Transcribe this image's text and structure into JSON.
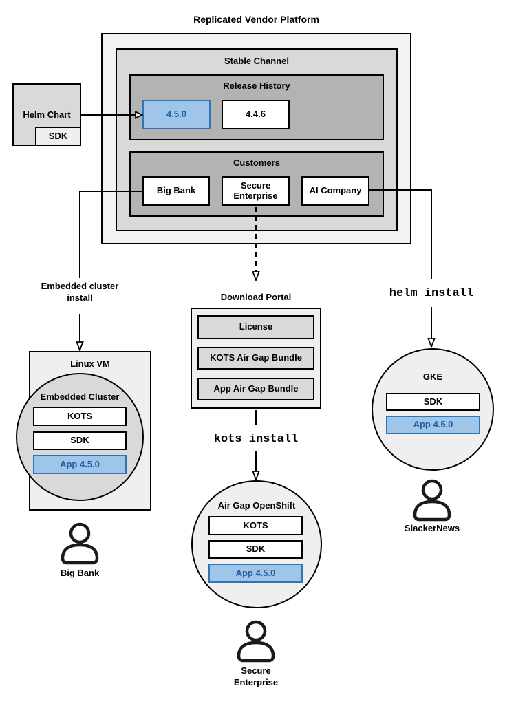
{
  "diagram": {
    "title": "Replicated Vendor Platform",
    "stable_channel": {
      "title": "Stable Channel",
      "release_history": {
        "title": "Release History",
        "releases": [
          "4.5.0",
          "4.4.6"
        ]
      },
      "customers": {
        "title": "Customers",
        "items": [
          "Big Bank",
          "Secure Enterprise",
          "AI Company"
        ]
      }
    },
    "helm_chart": {
      "label": "Helm Chart",
      "sdk": "SDK"
    },
    "arrows": {
      "embedded_install": "Embedded cluster\ninstall",
      "kots_install": "kots install",
      "helm_install": "helm install"
    },
    "download_portal": {
      "title": "Download Portal",
      "items": [
        "License",
        "KOTS Air Gap Bundle",
        "App Air Gap Bundle"
      ]
    },
    "linux_vm": {
      "title": "Linux VM",
      "cluster_title": "Embedded Cluster",
      "components": [
        "KOTS",
        "SDK",
        "App 4.5.0"
      ],
      "actor": "Big Bank"
    },
    "openshift": {
      "title": "Air Gap OpenShift",
      "components": [
        "KOTS",
        "SDK",
        "App 4.5.0"
      ],
      "actor": "Secure\nEnterprise"
    },
    "gke": {
      "title": "GKE",
      "components": [
        "SDK",
        "App 4.5.0"
      ],
      "actor": "SlackerNews"
    },
    "colors": {
      "highlight_fill": "#9fc5e8",
      "highlight_border": "#2e75b6",
      "highlight_text": "#1f5fa8",
      "panel_light": "#f2f2f2",
      "panel_mid": "#d9d9d9",
      "panel_dark": "#b3b3b3"
    }
  }
}
